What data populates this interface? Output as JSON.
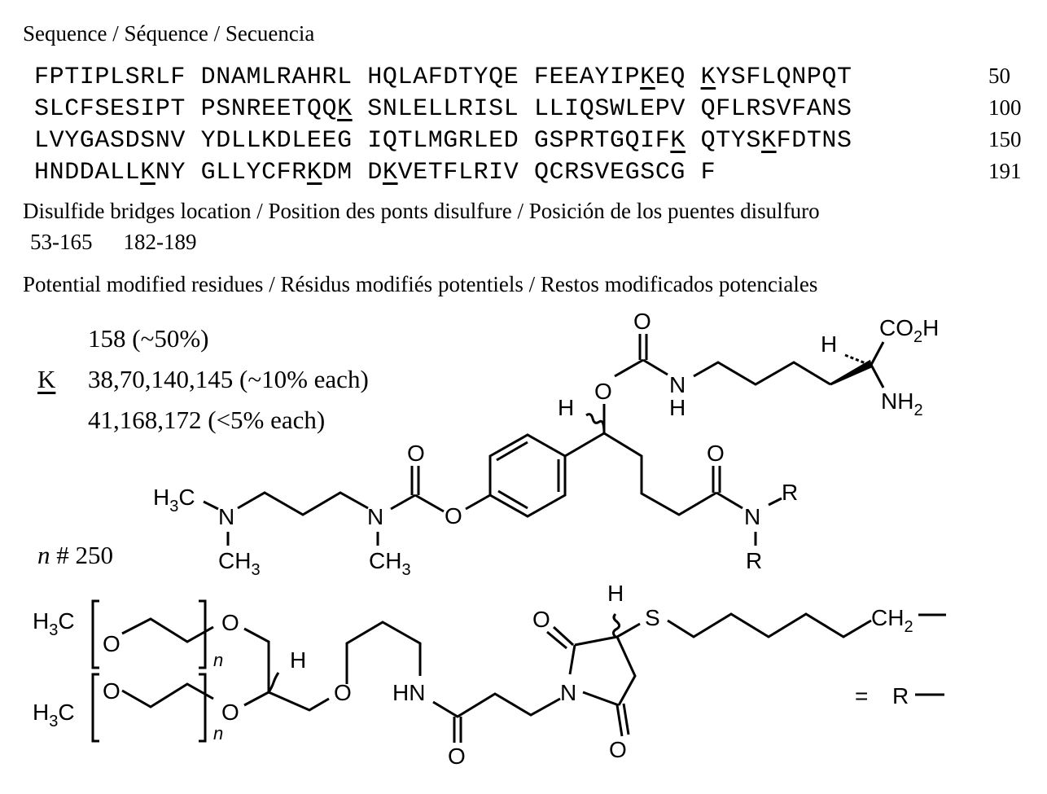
{
  "sequence_section": {
    "heading": "Sequence / Séquence / Secuencia",
    "rows": [
      {
        "blocks": [
          "FPTIPLSRLF",
          "DNAMLRAHRL",
          "HQLAFDTYQE",
          "FEEAYIPKEQ",
          "KYSFLQNPQT"
        ],
        "end": "50"
      },
      {
        "blocks": [
          "SLCFSESIPT",
          "PSNREETQQK",
          "SNLELLRISL",
          "LLIQSWLEPV",
          "QFLRSVFANS"
        ],
        "end": "100"
      },
      {
        "blocks": [
          "LVYGASDSNV",
          "YDLLKDLEEG",
          "IQTLMGRLED",
          "GSPRTGQIFK",
          "QTYSKFDTNS"
        ],
        "end": "150"
      },
      {
        "blocks": [
          "HNDDALLKNY",
          "GLLYCFRKDM",
          "DKVETFLRIV",
          "QCRSVEGSCG",
          "F"
        ],
        "end": "191"
      }
    ],
    "underlined_positions": [
      38,
      41,
      70,
      140,
      145,
      158,
      168,
      172
    ]
  },
  "disulfide_section": {
    "heading": "Disulfide bridges location / Position des ponts disulfure / Posición de los puentes disulfuro",
    "bridges": [
      "53-165",
      "182-189"
    ]
  },
  "modified_section": {
    "heading": "Potential modified residues / Résidus modifiés potentiels / Restos modificados potenciales",
    "residue": "K",
    "lines": [
      "158 (~50%)",
      "38,70,140,145 (~10% each)",
      "41,168,172 (<5% each)"
    ],
    "n_label": "n",
    "n_value": "# 250"
  },
  "structure_labels": {
    "O": "O",
    "N": "N",
    "H": "H",
    "R": "R",
    "S": "S",
    "HN": "HN",
    "CO2H": [
      "CO",
      "2",
      "H"
    ],
    "NH2": [
      "NH",
      "2"
    ],
    "H3C": [
      "H",
      "3",
      "C"
    ],
    "CH3": [
      "CH",
      "3"
    ],
    "CH2": [
      "CH",
      "2"
    ],
    "n": "n",
    "equals": "=",
    "R_def": "R"
  }
}
